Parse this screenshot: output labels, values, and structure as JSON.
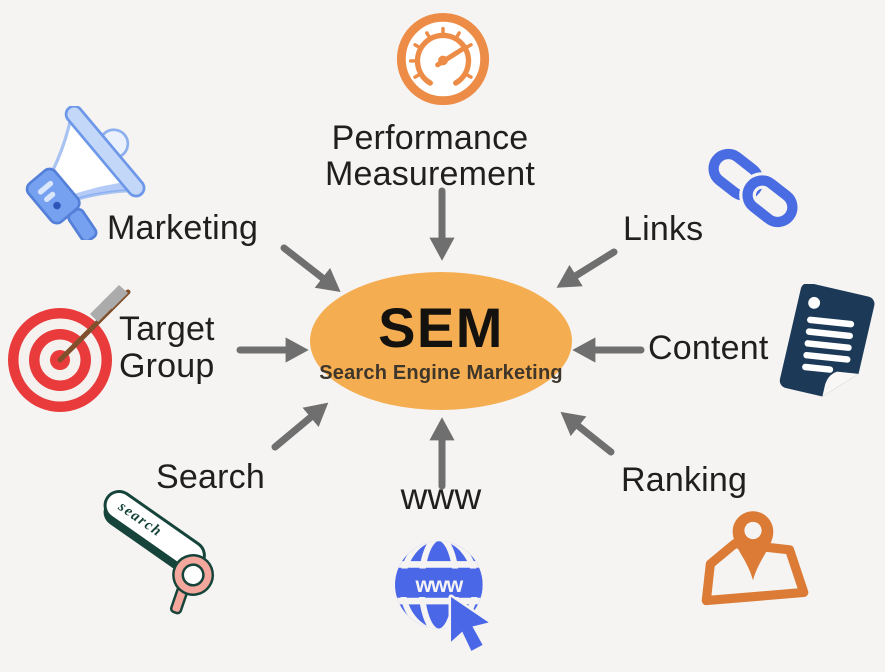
{
  "center": {
    "title": "SEM",
    "subtitle": "Search Engine Marketing"
  },
  "nodes": {
    "performance": {
      "label": "Performance\nMeasurement",
      "icon": "gauge-icon"
    },
    "marketing": {
      "label": "Marketing",
      "icon": "megaphone-icon"
    },
    "links": {
      "label": "Links",
      "icon": "chain-link-icon"
    },
    "content": {
      "label": "Content",
      "icon": "document-icon"
    },
    "ranking": {
      "label": "Ranking",
      "icon": "map-pin-icon"
    },
    "www": {
      "label": "www",
      "icon": "globe-cursor-icon",
      "icon_text": "www"
    },
    "search": {
      "label": "Search",
      "icon": "search-bar-icon",
      "icon_text": "search"
    },
    "target": {
      "label": "Target\nGroup",
      "icon": "target-arrow-icon"
    }
  },
  "colors": {
    "background": "#F5F4F2",
    "ellipse": "#F5AD51",
    "label_text": "#201F1D",
    "arrow": "#6F6F6F",
    "gauge_orange": "#ED8C47",
    "pin_orange": "#DB7B36",
    "chain_blue": "#4A6CE2",
    "globe_blue": "#4A67E8",
    "document_navy": "#1C3A58",
    "target_red": "#E93B3B",
    "search_green": "#16443A",
    "search_pink": "#F3A79D",
    "megaphone_blue": "#76A0F0"
  }
}
